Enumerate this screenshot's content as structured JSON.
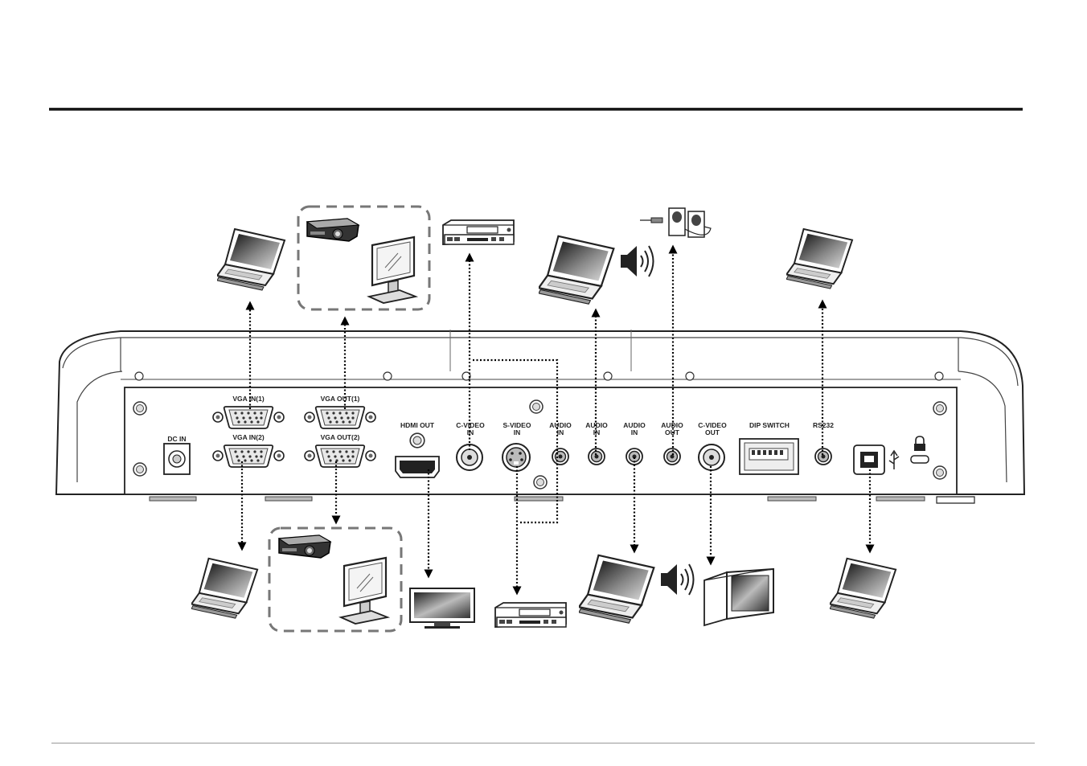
{
  "ports": {
    "dc_in": "DC IN",
    "vga_in_1": "VGA IN(1)",
    "vga_in_2": "VGA IN(2)",
    "vga_out_1": "VGA OUT(1)",
    "vga_out_2": "VGA OUT(2)",
    "hdmi_out": "HDMI OUT",
    "c_video_in": [
      "C-VIDEO",
      "IN"
    ],
    "s_video_in": [
      "S-VIDEO",
      "IN"
    ],
    "audio_in_1": [
      "AUDIO",
      "IN"
    ],
    "audio_in_2": [
      "AUDIO",
      "IN"
    ],
    "audio_in_3": [
      "AUDIO",
      "IN"
    ],
    "audio_out": [
      "AUDIO",
      "OUT"
    ],
    "c_video_out": [
      "C-VIDEO",
      "OUT"
    ],
    "dip_switch": "DIP SWITCH",
    "rs232": "RS232"
  },
  "devices": {
    "top": [
      "laptop",
      "projector",
      "monitor",
      "vcr",
      "laptop",
      "speaker-icon",
      "speakers",
      "laptop"
    ],
    "bottom": [
      "laptop",
      "projector",
      "monitor",
      "lcd-tv",
      "vcr",
      "laptop",
      "speaker-icon",
      "crt-tv",
      "laptop"
    ]
  },
  "colors": {
    "line": "#000000",
    "panel": "#ffffff",
    "dashed_group": "#777777"
  }
}
